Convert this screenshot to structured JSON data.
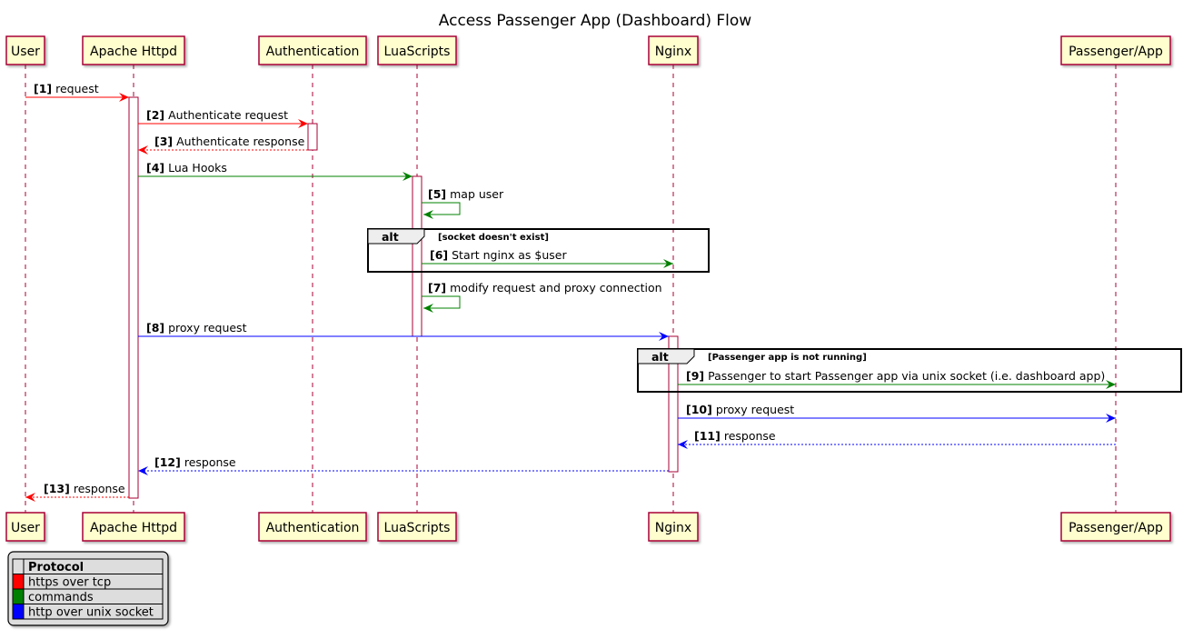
{
  "title": "Access Passenger App (Dashboard) Flow",
  "participants": [
    {
      "id": "user",
      "label": "User"
    },
    {
      "id": "apache",
      "label": "Apache Httpd"
    },
    {
      "id": "auth",
      "label": "Authentication"
    },
    {
      "id": "lua",
      "label": "LuaScripts"
    },
    {
      "id": "nginx",
      "label": "Nginx"
    },
    {
      "id": "passenger",
      "label": "Passenger/App"
    }
  ],
  "colors": {
    "https": "#ff0000",
    "commands": "#008000",
    "unix": "#0000ff",
    "participant_fill": "#fefece",
    "participant_border": "#a80036",
    "frame_header": "#eeeeee",
    "legend_fill": "#dddddd"
  },
  "messages": [
    {
      "num": "[1]",
      "text": "request",
      "from": "user",
      "to": "apache",
      "kind": "https",
      "style": "solid"
    },
    {
      "num": "[2]",
      "text": "Authenticate request",
      "from": "apache",
      "to": "auth",
      "kind": "https",
      "style": "solid"
    },
    {
      "num": "[3]",
      "text": "Authenticate response",
      "from": "auth",
      "to": "apache",
      "kind": "https",
      "style": "dashed"
    },
    {
      "num": "[4]",
      "text": "Lua Hooks",
      "from": "apache",
      "to": "lua",
      "kind": "commands",
      "style": "solid"
    },
    {
      "num": "[5]",
      "text": "map user",
      "from": "lua",
      "to": "lua",
      "kind": "commands",
      "style": "self"
    },
    {
      "num": "[6]",
      "text": "Start nginx as $user",
      "from": "lua",
      "to": "nginx",
      "kind": "commands",
      "style": "solid"
    },
    {
      "num": "[7]",
      "text": "modify request and proxy connection",
      "from": "lua",
      "to": "lua",
      "kind": "commands",
      "style": "self"
    },
    {
      "num": "[8]",
      "text": "proxy request",
      "from": "apache",
      "to": "nginx",
      "kind": "unix",
      "style": "solid"
    },
    {
      "num": "[9]",
      "text": "Passenger to start Passenger app via unix socket (i.e. dashboard app)",
      "from": "nginx",
      "to": "passenger",
      "kind": "commands",
      "style": "solid"
    },
    {
      "num": "[10]",
      "text": "proxy request",
      "from": "nginx",
      "to": "passenger",
      "kind": "unix",
      "style": "solid"
    },
    {
      "num": "[11]",
      "text": "response",
      "from": "passenger",
      "to": "nginx",
      "kind": "unix",
      "style": "dashed"
    },
    {
      "num": "[12]",
      "text": "response",
      "from": "nginx",
      "to": "apache",
      "kind": "unix",
      "style": "dashed"
    },
    {
      "num": "[13]",
      "text": "response",
      "from": "apache",
      "to": "user",
      "kind": "https",
      "style": "dashed"
    }
  ],
  "fragments": [
    {
      "keyword": "alt",
      "condition": "[socket doesn't exist]"
    },
    {
      "keyword": "alt",
      "condition": "[Passenger app is not running]"
    }
  ],
  "legend": {
    "header": "Protocol",
    "rows": [
      {
        "label": "https over tcp",
        "kind": "https"
      },
      {
        "label": "commands",
        "kind": "commands"
      },
      {
        "label": "http over unix socket",
        "kind": "unix"
      }
    ]
  }
}
